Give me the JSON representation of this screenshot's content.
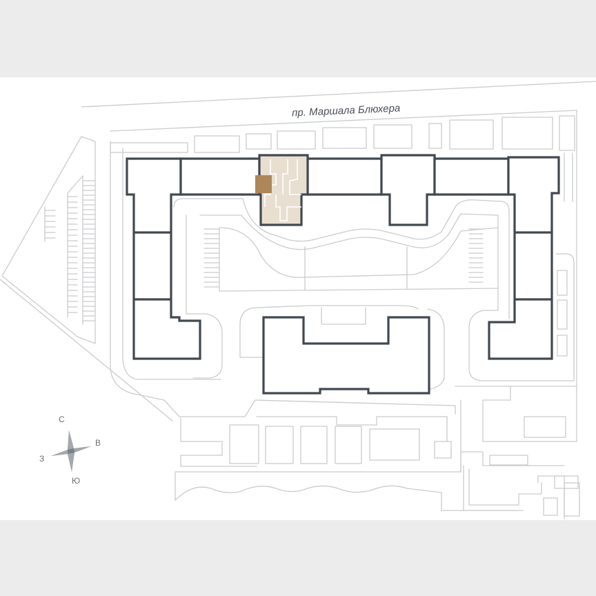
{
  "map": {
    "street_label": "пр. Маршала Блюхера",
    "highlight_color": "#ad875a",
    "section_fill_color": "#e9dfd0",
    "building_stroke_color": "#414852",
    "minor_stroke_color": "#c9cbcd",
    "background_color": "#ececec"
  },
  "compass": {
    "north": "С",
    "east": "В",
    "south": "Ю",
    "west": "З"
  }
}
